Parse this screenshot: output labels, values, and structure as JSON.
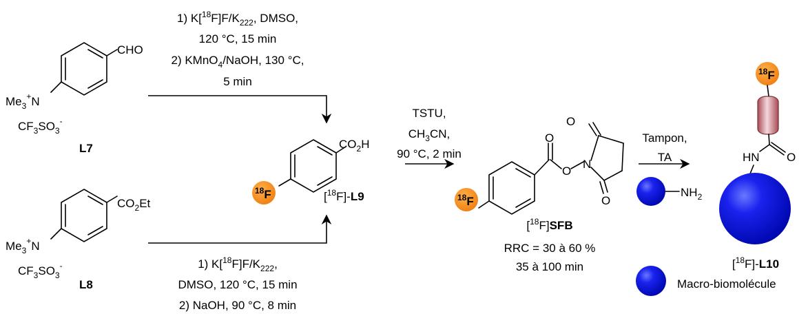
{
  "L7": {
    "label": "L7",
    "group": "CHO",
    "ammonium": "Me",
    "ammonium_sub": "3",
    "ammonium_sup": "+",
    "ammonium_atom": "N",
    "counterion_a": "CF",
    "counterion_sub1": "3",
    "counterion_b": "SO",
    "counterion_sub2": "3",
    "counterion_sup": "-"
  },
  "L8": {
    "label": "L8",
    "group_a": "CO",
    "group_sub": "2",
    "group_b": "Et",
    "ammonium": "Me",
    "ammonium_sub": "3",
    "ammonium_sup": "+",
    "ammonium_atom": "N",
    "counterion_a": "CF",
    "counterion_sub1": "3",
    "counterion_b": "SO",
    "counterion_sub2": "3",
    "counterion_sup": "-"
  },
  "cond_top": {
    "l1_a": "1) K[",
    "l1_sup": "18",
    "l1_b": "F]F/K",
    "l1_sub": "222",
    "l1_c": ", DMSO,",
    "l2": "120 °C, 15 min",
    "l3_a": "2) KMnO",
    "l3_sub": "4",
    "l3_b": "/NaOH, 130 °C,",
    "l4": "5 min"
  },
  "cond_bottom": {
    "l1_a": "1) K[",
    "l1_sup": "18",
    "l1_b": "F]F/K",
    "l1_sub": "222",
    "l1_c": ",",
    "l2": "DMSO, 120 °C, 15 min",
    "l3": "2) NaOH, 90 °C, 8 min"
  },
  "L9": {
    "group_a": "CO",
    "group_sub": "2",
    "group_b": "H",
    "label_a": "[",
    "label_sup": "18",
    "label_b": "F]-",
    "label_c": "L9"
  },
  "fluorine": {
    "sup": "18",
    "atom": "F"
  },
  "cond_mid": {
    "l1": "TSTU,",
    "l2_a": "CH",
    "l2_sub": "3",
    "l2_b": "CN,",
    "l3": "90 °C, 2 min"
  },
  "SFB": {
    "label_a": "[",
    "label_sup": "18",
    "label_b": "F]",
    "label_c": "SFB",
    "rrc": "RRC = 30 à 60 %",
    "time": "35 à 100 min",
    "atom_o": "O",
    "atom_n": "N"
  },
  "cond_right": {
    "l1": "Tampon,",
    "l2": "TA"
  },
  "amine": {
    "a": "NH",
    "sub": "2"
  },
  "L10": {
    "label_a": "[",
    "label_sup": "18",
    "label_b": "F]-",
    "label_c": "L10",
    "atom_hn": "HN",
    "atom_o": "O"
  },
  "legend": {
    "label": "Macro-biomolécule"
  },
  "colors": {
    "fluorine_orange": "#f28c1e",
    "biomolecule_blue": "#0a10e6",
    "linker_red": "#c0606a"
  }
}
